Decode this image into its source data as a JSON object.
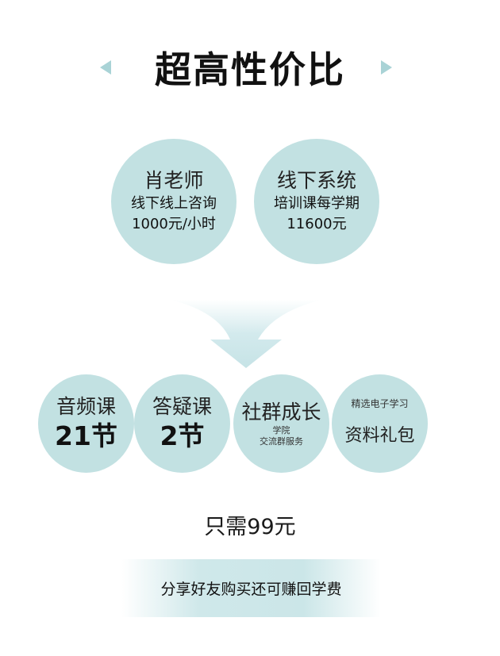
{
  "title": "超高性价比",
  "top_circles": [
    {
      "head": "肖老师",
      "line1": "线下线上咨询",
      "line2": "1000元/小时"
    },
    {
      "head": "线下系统",
      "line1": "培训课每学期",
      "line2": "11600元"
    }
  ],
  "bottom_circles": [
    {
      "head": "音频课",
      "num": "21节"
    },
    {
      "head": "答疑课",
      "num": "2节"
    },
    {
      "head": "社群成长",
      "sub1": "学院",
      "sub2": "交流群服务"
    },
    {
      "head": "精选电子学习",
      "main": "资料礼包"
    }
  ],
  "price": "只需99元",
  "banner": "分享好友购买还可赚回学费",
  "colors": {
    "circle": "#c2e1e2",
    "accent": "#a9d3d6"
  }
}
